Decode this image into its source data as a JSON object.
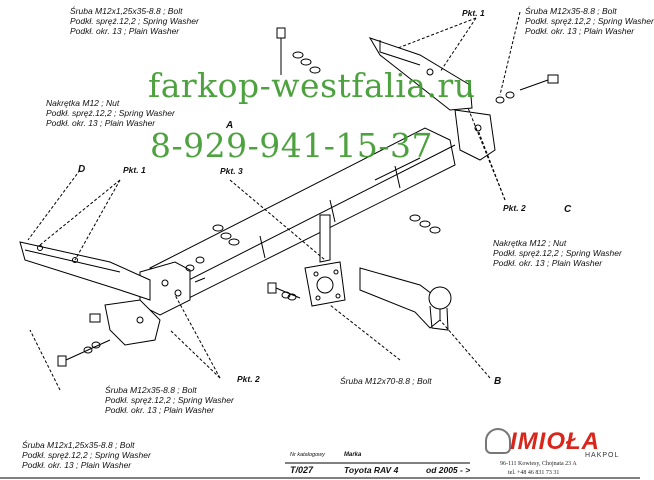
{
  "watermark": {
    "site": "farkop-westfalia.ru",
    "phone": "8-929-941-15-37"
  },
  "labels": {
    "top_left": [
      "Śruba M12x1,25x35-8.8 ;  Bolt",
      "Podkł. spręż.12,2 ; Spring Washer",
      "Podkł. okr. 13 ; Plain Washer"
    ],
    "top_right": [
      "Śruba M12x35-8.8 ;  Bolt",
      "Podkł. spręż.12,2 ; Spring Washer",
      "Podkł. okr. 13 ; Plain Washer"
    ],
    "nut_left": [
      "Nakrętka  M12 ; Nut",
      "Podkł. spręż.12,2 ; Spring Washer",
      "Podkł. okr. 13 ; Plain Washer"
    ],
    "nut_right": [
      "Nakrętka  M12 ; Nut",
      "Podkł. spręż.12,2 ; Spring Washer",
      "Podkł. okr. 13 ; Plain Washer"
    ],
    "bolt_mid_left": [
      "Śruba M12x35-8.8 ;  Bolt",
      "Podkł. spręż.12,2 ; Spring Washer",
      "Podkł. okr. 13 ; Plain Washer"
    ],
    "bolt_bottom_left": [
      "Śruba M12x1,25x35-8.8 ;  Bolt",
      "Podkł. spręż.12,2 ; Spring Washer",
      "Podkł. okr. 13 ; Plain Washer"
    ],
    "bolt_center": "Śruba M12x70-8.8 ;  Bolt"
  },
  "points": {
    "pkt1_top": "Pkt. 1",
    "pkt1_left": "Pkt. 1",
    "pkt2_right": "Pkt. 2",
    "pkt2_bottom": "Pkt. 2",
    "pkt3": "Pkt. 3"
  },
  "letters": {
    "a": "A",
    "b": "B",
    "c": "C",
    "d": "D"
  },
  "footer": {
    "catalog_label": "Nr katalogowy",
    "catalog_value": "T/027",
    "make_label": "Marka",
    "make_value": "Toyota RAV 4",
    "year_value": "od 2005 - >"
  },
  "brand": {
    "name": "IMIOŁA",
    "sub": "HAKPOL",
    "address": "96-111 Kowiesy, Chojnata 23 A",
    "tel": "tel. +48 46 831 73 31"
  }
}
